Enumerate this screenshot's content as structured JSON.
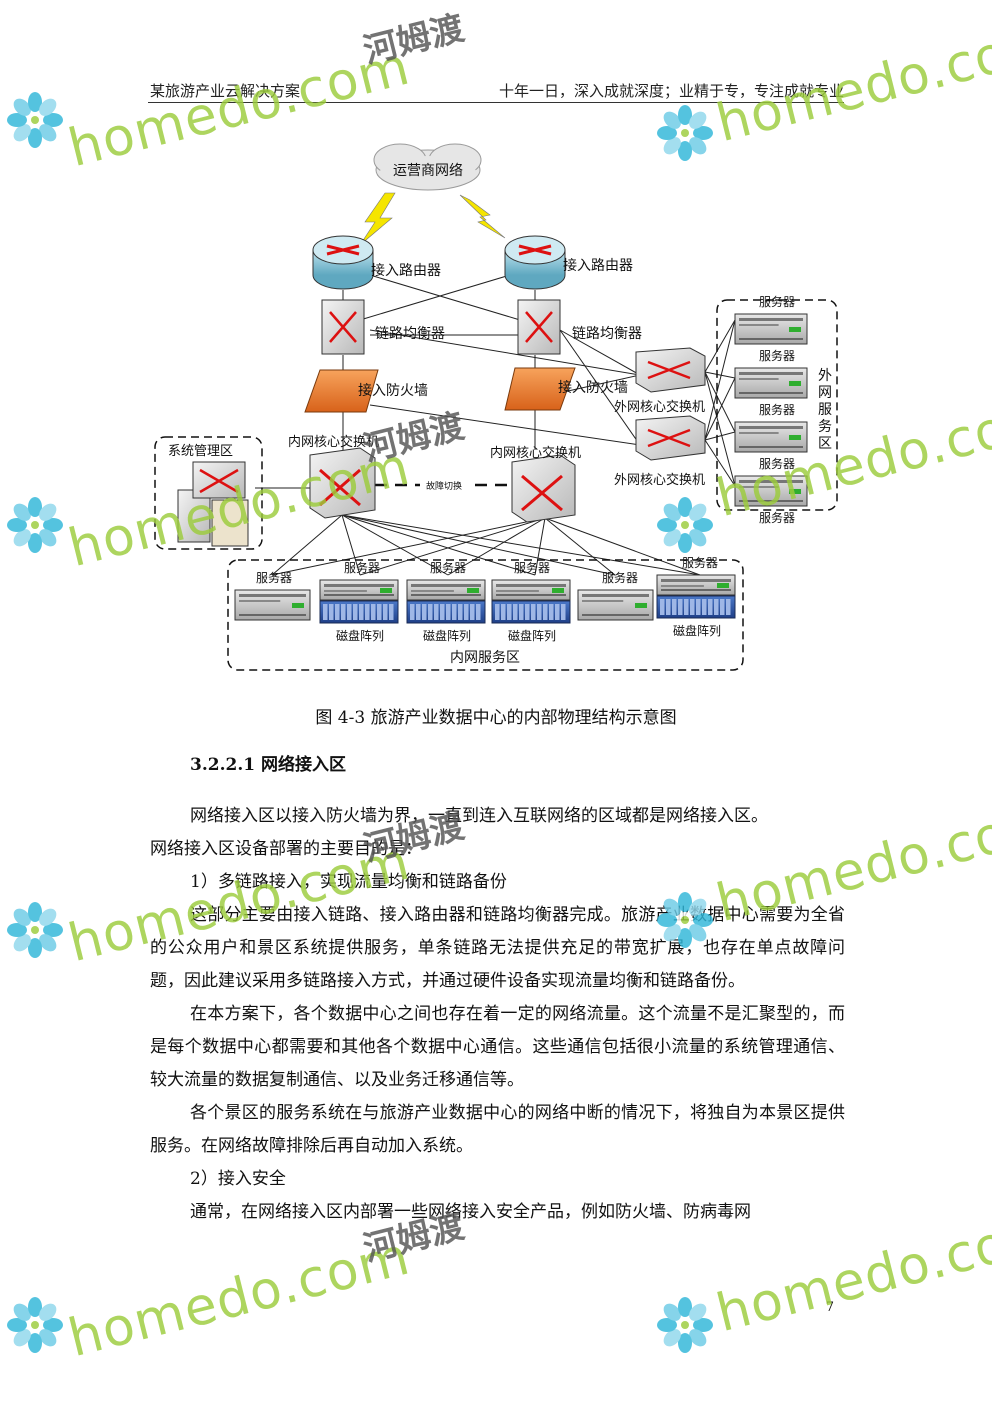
{
  "header": {
    "left": "某旅游产业云解决方案",
    "right": "十年一日，深入成就深度；业精于专，专注成就专业"
  },
  "diagram": {
    "cloud": "运营商网络",
    "router_left": "接入路由器",
    "router_right": "接入路由器",
    "lb_left": "链路均衡器",
    "lb_right": "链路均衡器",
    "fw_left": "接入防火墙",
    "fw_right": "接入防火墙",
    "core_left": "内网核心交换机",
    "core_right": "内网核心交换机",
    "failover": "故障切换",
    "ext_switch_top": "外网核心交换机",
    "ext_switch_bottom": "外网核心交换机",
    "sys_mgmt": "系统管理区",
    "ext_zone": "外\n网\n服\n务\n区",
    "ext_servers": [
      "服务器",
      "服务器",
      "服务器",
      "服务器",
      "服务器"
    ],
    "int_zone": "内网服务区",
    "int_servers": [
      "服务器",
      "服务器",
      "服务器",
      "服务器",
      "服务器",
      "服务器"
    ],
    "disk_arrays": [
      "磁盘阵列",
      "磁盘阵列",
      "磁盘阵列",
      "磁盘阵列"
    ]
  },
  "caption": "图 4-3  旅游产业数据中心的内部物理结构示意图",
  "heading": "3.2.2.1 网络接入区",
  "paragraphs": [
    "网络接入区以接入防火墙为界，一直到连入互联网络的区域都是网络接入区。",
    "网络接入区设备部署的主要目的是：",
    "1）多链路接入，实现流量均衡和链路备份",
    "这部分主要由接入链路、接入路由器和链路均衡器完成。旅游产业数据中心需要为全省的公众用户和景区系统提供服务，单条链路无法提供充足的带宽扩展，也存在单点故障问题，因此建议采用多链路接入方式，并通过硬件设备实现流量均衡和链路备份。",
    "在本方案下，各个数据中心之间也存在着一定的网络流量。这个流量不是汇聚型的，而是每个数据中心都需要和其他各个数据中心通信。这些通信包括很小流量的系统管理通信、较大流量的数据复制通信、以及业务迁移通信等。",
    "各个景区的服务系统在与旅游产业数据中心的网络中断的情况下，将独自为本景区提供服务。在网络故障排除后再自动加入系统。",
    "2）接入安全",
    "通常，在网络接入区内部署一些网络接入安全产品，例如防火墙、防病毒网"
  ],
  "page_number": "7",
  "watermark": {
    "latin": "homedo.com",
    "cn": "河姆渡"
  }
}
